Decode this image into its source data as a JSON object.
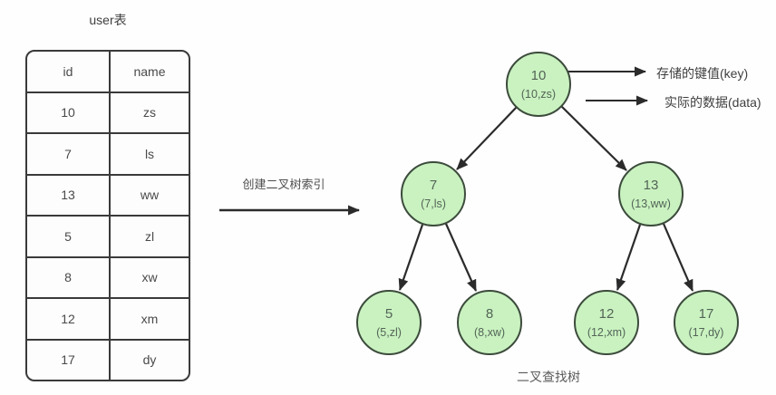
{
  "table_panel": {
    "title": "user表",
    "columns": [
      "id",
      "name"
    ],
    "rows": [
      [
        "10",
        "zs"
      ],
      [
        "7",
        "ls"
      ],
      [
        "13",
        "ww"
      ],
      [
        "5",
        "zl"
      ],
      [
        "8",
        "xw"
      ],
      [
        "12",
        "xm"
      ],
      [
        "17",
        "dy"
      ]
    ]
  },
  "transform": {
    "label": "创建二叉树索引"
  },
  "tree": {
    "caption": "二叉查找树",
    "annotations": [
      {
        "name": "key",
        "label": "存储的键值(key)"
      },
      {
        "name": "data",
        "label": "实际的数据(data)"
      }
    ],
    "nodes": [
      {
        "key": "10",
        "record": "(10,zs)"
      },
      {
        "key": "7",
        "record": "(7,ls)"
      },
      {
        "key": "13",
        "record": "(13,ww)"
      },
      {
        "key": "5",
        "record": "(5,zl)"
      },
      {
        "key": "8",
        "record": "(8,xw)"
      },
      {
        "key": "12",
        "record": "(12,xm)"
      },
      {
        "key": "17",
        "record": "(17,dy)"
      }
    ],
    "edges": [
      [
        "10",
        "7"
      ],
      [
        "10",
        "13"
      ],
      [
        "7",
        "5"
      ],
      [
        "7",
        "8"
      ],
      [
        "13",
        "12"
      ],
      [
        "13",
        "17"
      ]
    ]
  },
  "colors": {
    "node_fill": "#c9f2c0",
    "node_stroke": "#3c4b3c",
    "line": "#2b2b2b",
    "table_border": "#3a3a3a",
    "text": "#4a4a4a"
  }
}
